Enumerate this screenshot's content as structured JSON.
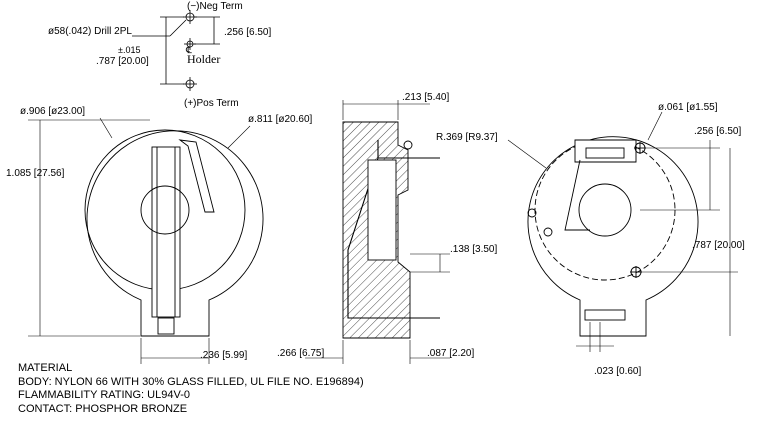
{
  "callout": {
    "neg_term": "(−)Neg Term",
    "pos_term": "(+)Pos Term",
    "drill": "ø58(.042) Drill 2PL",
    "tolerance": "±.015",
    "pitch": ".787 [20.00]",
    "offset": ".256 [6.50]",
    "centerline": "℄",
    "holder": "Holder"
  },
  "front_view": {
    "outer_dia": "ø.906 [ø23.00]",
    "inner_dia": "ø.811 [ø20.60]",
    "height": "1.085 [27.56]",
    "tab_width": ".236 [5.99]"
  },
  "side_view": {
    "top_width": ".213 [5.40]",
    "step": ".138 [3.50]",
    "depth": ".266 [6.75]",
    "contact": ".087 [2.20]"
  },
  "rear_view": {
    "radius": "R.369 [R9.37]",
    "hole_dia": "ø.061 [ø1.55]",
    "offset": ".256 [6.50]",
    "pitch": ".787 [20.00]",
    "gap": ".023 [0.60]"
  },
  "notes": {
    "title": "MATERIAL",
    "body": "BODY: NYLON 66 WITH 30% GLASS FILLED, UL FILE NO. E196894)",
    "flammability": "FLAMMABILITY RATING: UL94V-0",
    "contact": "CONTACT: PHOSPHOR BRONZE"
  }
}
